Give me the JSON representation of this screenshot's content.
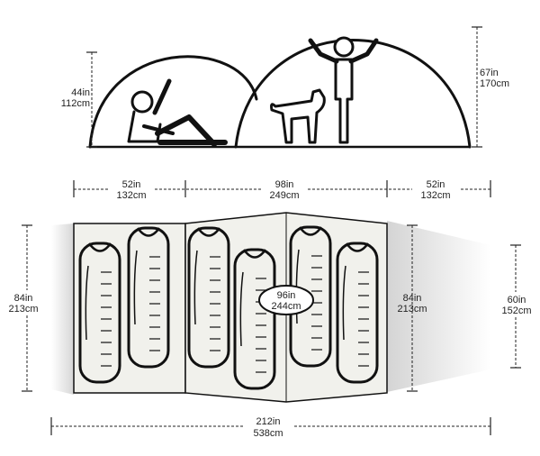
{
  "side_view": {
    "small_dome_height": {
      "imperial": "44in",
      "metric": "112cm"
    },
    "large_dome_height": {
      "imperial": "67in",
      "metric": "170cm"
    }
  },
  "floor_plan": {
    "left_room_width": {
      "imperial": "52in",
      "metric": "132cm"
    },
    "main_room_width": {
      "imperial": "98in",
      "metric": "249cm"
    },
    "right_room_width": {
      "imperial": "52in",
      "metric": "132cm"
    },
    "floor_depth": {
      "imperial": "84in",
      "metric": "213cm"
    },
    "center_depth": {
      "imperial": "96in",
      "metric": "244cm"
    },
    "right_wall_depth": {
      "imperial": "84in",
      "metric": "213cm"
    },
    "vestibule_depth": {
      "imperial": "60in",
      "metric": "152cm"
    },
    "total_length": {
      "imperial": "212in",
      "metric": "538cm"
    }
  },
  "colors": {
    "line": "#111111",
    "floor": "#f1f1ec",
    "vestibule_light": "#ffffff",
    "vestibule_dark": "#d4d4d4"
  },
  "icons": [
    "reclining-person-icon",
    "dog-icon",
    "standing-person-icon",
    "sleeping-bag-icon"
  ]
}
